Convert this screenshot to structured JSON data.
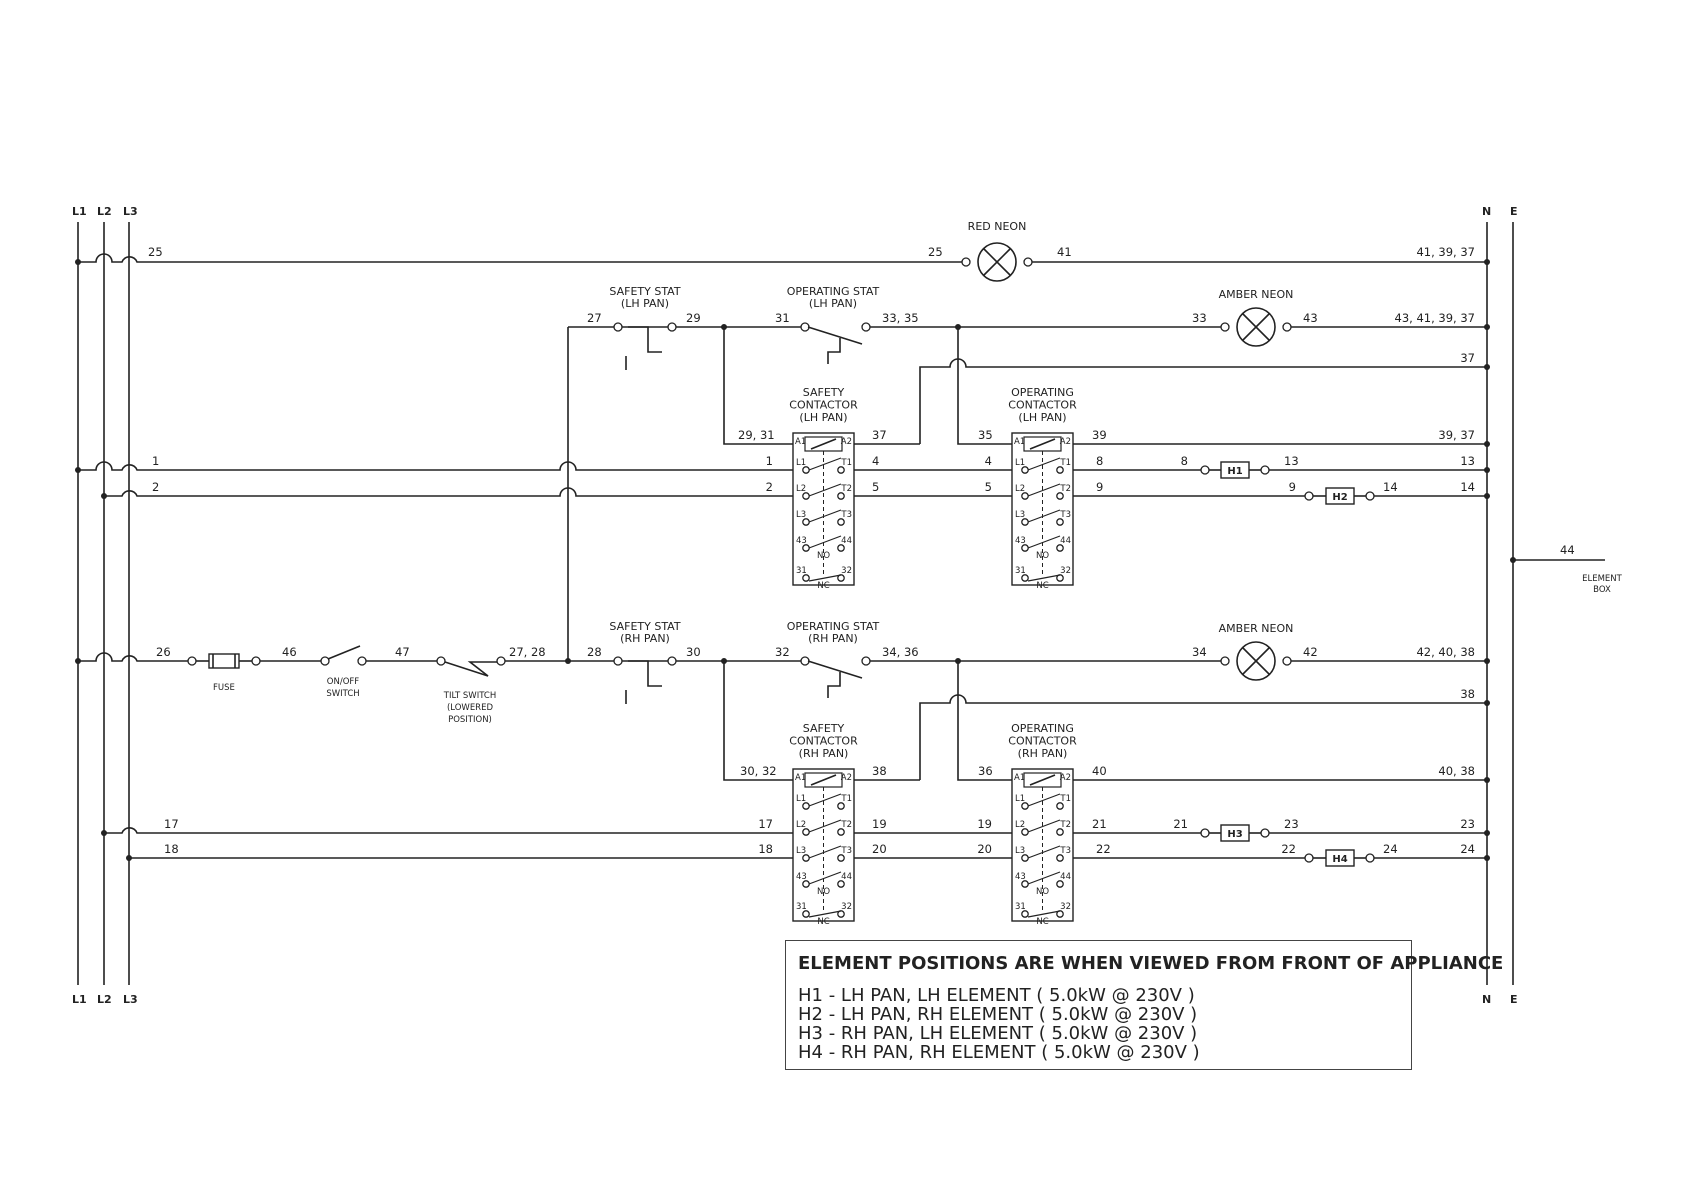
{
  "rails": {
    "left": [
      "L1",
      "L2",
      "L3"
    ],
    "right": [
      "N",
      "E"
    ]
  },
  "components": {
    "red_neon": "RED NEON",
    "amber_neon_lh": "AMBER NEON",
    "amber_neon_rh": "AMBER NEON",
    "safety_stat_lh": [
      "SAFETY STAT",
      "(LH PAN)"
    ],
    "operating_stat_lh": [
      "OPERATING STAT",
      "(LH PAN)"
    ],
    "safety_stat_rh": [
      "SAFETY STAT",
      "(RH PAN)"
    ],
    "operating_stat_rh": [
      "OPERATING STAT",
      "(RH PAN)"
    ],
    "safety_contactor_lh": [
      "SAFETY",
      "CONTACTOR",
      "(LH PAN)"
    ],
    "operating_contactor_lh": [
      "OPERATING",
      "CONTACTOR",
      "(LH PAN)"
    ],
    "safety_contactor_rh": [
      "SAFETY",
      "CONTACTOR",
      "(RH PAN)"
    ],
    "operating_contactor_rh": [
      "OPERATING",
      "CONTACTOR",
      "(RH PAN)"
    ],
    "fuse": "FUSE",
    "on_off_switch": [
      "ON/OFF",
      "SWITCH"
    ],
    "tilt_switch": [
      "TILT SWITCH",
      "(LOWERED",
      "POSITION)"
    ],
    "element_box": [
      "ELEMENT",
      "BOX"
    ],
    "heaters": [
      "H1",
      "H2",
      "H3",
      "H4"
    ]
  },
  "contactor_terminals": {
    "a1": "A1",
    "a2": "A2",
    "l1": "L1",
    "t1": "T1",
    "l2": "L2",
    "t2": "T2",
    "l3": "L3",
    "t3": "T3",
    "no_43": "43",
    "no_44": "44",
    "no": "NO",
    "nc_31": "31",
    "nc_32": "32",
    "nc": "NC"
  },
  "wire_numbers": {
    "r25a": "25",
    "r25b": "25",
    "r41": "41",
    "r413937a": "41, 39, 37",
    "r27": "27",
    "r29": "29",
    "r31": "31",
    "r3335": "33, 35",
    "r33": "33",
    "r43": "43",
    "r43413937": "43, 41, 39, 37",
    "r37": "37",
    "r2931": "29, 31",
    "r37b": "37",
    "r35": "35",
    "r39": "39",
    "r3937": "39, 37",
    "r1a": "1",
    "r1b": "1",
    "r4a": "4",
    "r4b": "4",
    "r8a": "8",
    "r8b": "8",
    "r13a": "13",
    "r13b": "13",
    "r2a": "2",
    "r2b": "2",
    "r5a": "5",
    "r5b": "5",
    "r9a": "9",
    "r9b": "9",
    "r14a": "14",
    "r14b": "14",
    "r44": "44",
    "r26": "26",
    "r46": "46",
    "r47": "47",
    "r2728": "27, 28",
    "r28": "28",
    "r30": "30",
    "r32": "32",
    "r3436": "34, 36",
    "r34": "34",
    "r42": "42",
    "r424038": "42, 40, 38",
    "r38": "38",
    "r3032": "30, 32",
    "r38b": "38",
    "r36": "36",
    "r40": "40",
    "r4038": "40, 38",
    "r17a": "17",
    "r17b": "17",
    "r19a": "19",
    "r19b": "19",
    "r21a": "21",
    "r21b": "21",
    "r23a": "23",
    "r23b": "23",
    "r18a": "18",
    "r18b": "18",
    "r20a": "20",
    "r20b": "20",
    "r22a": "22",
    "r22b": "22",
    "r24a": "24",
    "r24b": "24"
  },
  "notes": {
    "title": "ELEMENT POSITIONS ARE WHEN VIEWED FROM FRONT OF APPLIANCE",
    "items": [
      "H1 - LH PAN, LH ELEMENT ( 5.0kW @ 230V )",
      "H2 - LH PAN, RH ELEMENT ( 5.0kW @ 230V )",
      "H3 - RH PAN, LH ELEMENT ( 5.0kW @ 230V )",
      "H4 - RH PAN, RH ELEMENT ( 5.0kW @ 230V )"
    ]
  }
}
